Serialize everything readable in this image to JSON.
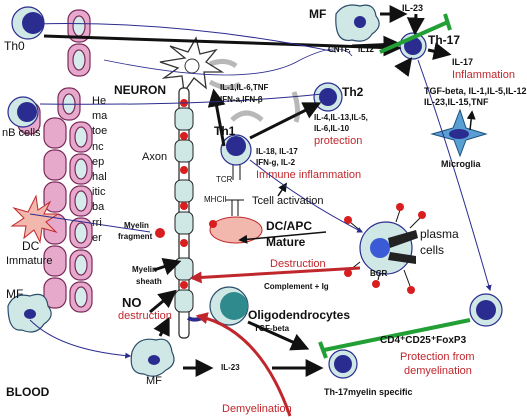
{
  "labels": {
    "mf_top": "MF",
    "il23_top": "IL-23",
    "th17": "Th-17",
    "th0": "Th0",
    "cntf": "CNTF,",
    "il12": "IL12",
    "il17_right": "IL-17",
    "inflammation": "Inflammation",
    "tgf_top": "TGF-beta, IL-1,IL-5,IL-12,",
    "il23_list": "IL-23,IL-15,TNF",
    "neuron": "NEURON",
    "neuron_cyt1": "IL-1,IL-6,TNF",
    "neuron_cyt2": "IFN-a,IFN-β",
    "th2": "Th2",
    "th2_cyt1": "IL-4,IL-13,IL-5,",
    "th2_cyt2": "IL-6,IL-10",
    "protection": "protection",
    "nb_cells": "nB cells",
    "hbb_lines": [
      "He",
      "ma",
      "toe",
      "nc",
      "ep",
      "hal",
      "itic",
      "ba",
      "rri",
      "er"
    ],
    "th1": "Th1",
    "axon": "Axon",
    "th1_cyt1": "IL-18, IL-17",
    "th1_cyt2": "IFN-g, IL-2",
    "immune_inflammation": "Immune inflammation",
    "microglia": "Microglia",
    "tcr": "TCR",
    "mhcii": "MHCII",
    "tcell_activation": "Tcell activation",
    "dc_immature_1": "DC",
    "dc_immature_2": "Immature",
    "myelin_fragment_1": "Myelin",
    "myelin_fragment_2": "fragment",
    "dc_apc": "DC/APC",
    "mature": "Mature",
    "plasma_1": "plasma",
    "plasma_2": "cells",
    "destruction_right": "Destruction",
    "bcr": "BCR",
    "myelin_sheath_1": "Myelin",
    "myelin_sheath_2": "sheath",
    "complement": "Complement + Ig",
    "mf_left": "MF",
    "no_label": "NO",
    "no_destruction": "destruction",
    "oligodendrocytes": "Oligodendrocytes",
    "tgf_beta_bottom": "TGF-beta",
    "cd4_label": "CD4⁺CD25⁺FoxP3",
    "protection_from_1": "Protection from",
    "protection_from_2": "demyelination",
    "blood": "BLOOD",
    "mf_bottom": "MF",
    "il23_bottom": "IL-23",
    "th17_myelin": "Th-17myelin specific",
    "demyelination": "Demyelination"
  },
  "colors": {
    "cell_fill": "#cfe8e6",
    "nucleus": "#2b2c8f",
    "barrier_cell": "#e7a9cb",
    "barrier_nucleus": "#d6ecec",
    "red_text": "#c0272d",
    "green_block": "#22a035",
    "dc_mature": "#f2b7ad",
    "oligo_nucleus": "#2f8a8e",
    "microglia_fill": "#5a9fd4",
    "myelin_dot": "#d81e1e"
  },
  "icons": [
    "neuron-icon",
    "microglia-icon",
    "plasma-cell-icon",
    "dc-immature-icon",
    "dc-mature-icon",
    "oligodendrocyte-icon",
    "macrophage-icon",
    "t-cell-icon"
  ]
}
